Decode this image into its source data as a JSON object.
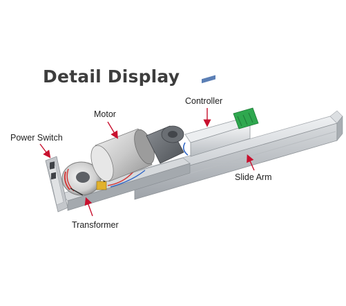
{
  "title": "Detail Display",
  "callouts": {
    "controller": "Controller",
    "motor": "Motor",
    "power_switch": "Power Switch",
    "slide_arm": "Slide Arm",
    "transformer": "Transformer"
  },
  "colors": {
    "arrow": "#c8102e",
    "aluminum": "#c9ccd0",
    "terminal_green": "#2fa84f",
    "wire_red": "#d23a3a"
  }
}
